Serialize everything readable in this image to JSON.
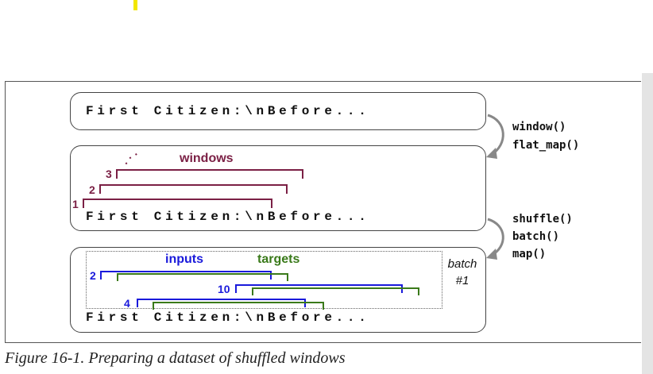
{
  "sequence_text": "First Citizen:\\nBefore...",
  "ops_top": [
    "window()",
    "flat_map()"
  ],
  "ops_bottom": [
    "shuffle()",
    "batch()",
    "map()"
  ],
  "windows": {
    "label": "windows",
    "ellipsis": ". · ·",
    "indices": [
      "1",
      "2",
      "3"
    ]
  },
  "batch": {
    "inputs_label": "inputs",
    "targets_label": "targets",
    "indices": [
      "2",
      "10",
      "4"
    ],
    "batch_label_line1": "batch",
    "batch_label_line2": "#1"
  },
  "caption": "Figure 16-1. Preparing a dataset of shuffled windows",
  "colors": {
    "windows": "#7b2045",
    "inputs": "#1a1adb",
    "targets": "#3a7a1a",
    "ink": "#111111"
  }
}
